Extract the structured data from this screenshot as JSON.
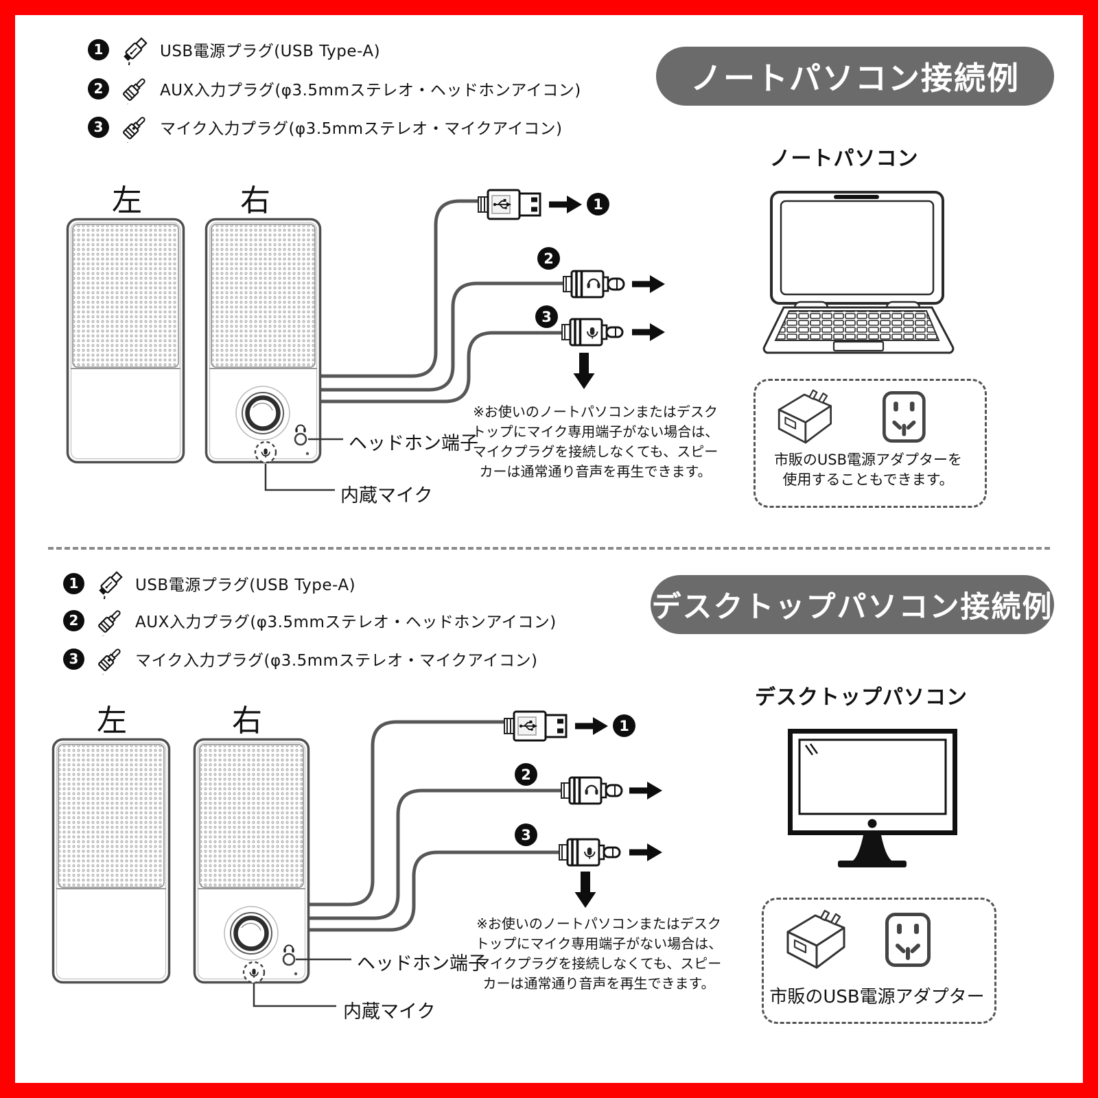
{
  "frame": {
    "border_color": "#ff0000",
    "background": "#ffffff"
  },
  "colors": {
    "pill_gray": "#6b6b6b",
    "cable_gray": "#575757",
    "ink": "#111111",
    "badge_black": "#0d0d0d"
  },
  "legend": {
    "items": [
      {
        "num": "1",
        "icon": "usb-plug-icon",
        "label": "USB電源プラグ(USB Type-A)"
      },
      {
        "num": "2",
        "icon": "aux-plug-icon",
        "label": "AUX入力プラグ(φ3.5mmステレオ・ヘッドホンアイコン)"
      },
      {
        "num": "3",
        "icon": "mic-plug-icon",
        "label": "マイク入力プラグ(φ3.5mmステレオ・マイクアイコン)"
      }
    ]
  },
  "sections": [
    {
      "title": "ノートパソコン接続例",
      "device_label": "ノートパソコン",
      "speaker_left": "左",
      "speaker_right": "右",
      "callout_headphone": "ヘッドホン端子",
      "callout_mic": "内蔵マイク",
      "mic_note": "※お使いのノートパソコンまたはデスク\nトップにマイク専用端子がない場合は、\nマイクプラグを接続しなくても、スピー\nカーは通常通り音声を再生できます。",
      "adapter_caption": "市販のUSB電源アダプターを\n使用することもできます。"
    },
    {
      "title": "デスクトップパソコン接続例",
      "device_label": "デスクトップパソコン",
      "speaker_left": "左",
      "speaker_right": "右",
      "callout_headphone": "ヘッドホン端子",
      "callout_mic": "内蔵マイク",
      "mic_note": "※お使いのノートパソコンまたはデスク\nトップにマイク専用端子がない場合は、\nマイクプラグを接続しなくても、スピー\nカーは通常通り音声を再生できます。",
      "adapter_caption": "市販のUSB電源アダプター"
    }
  ]
}
